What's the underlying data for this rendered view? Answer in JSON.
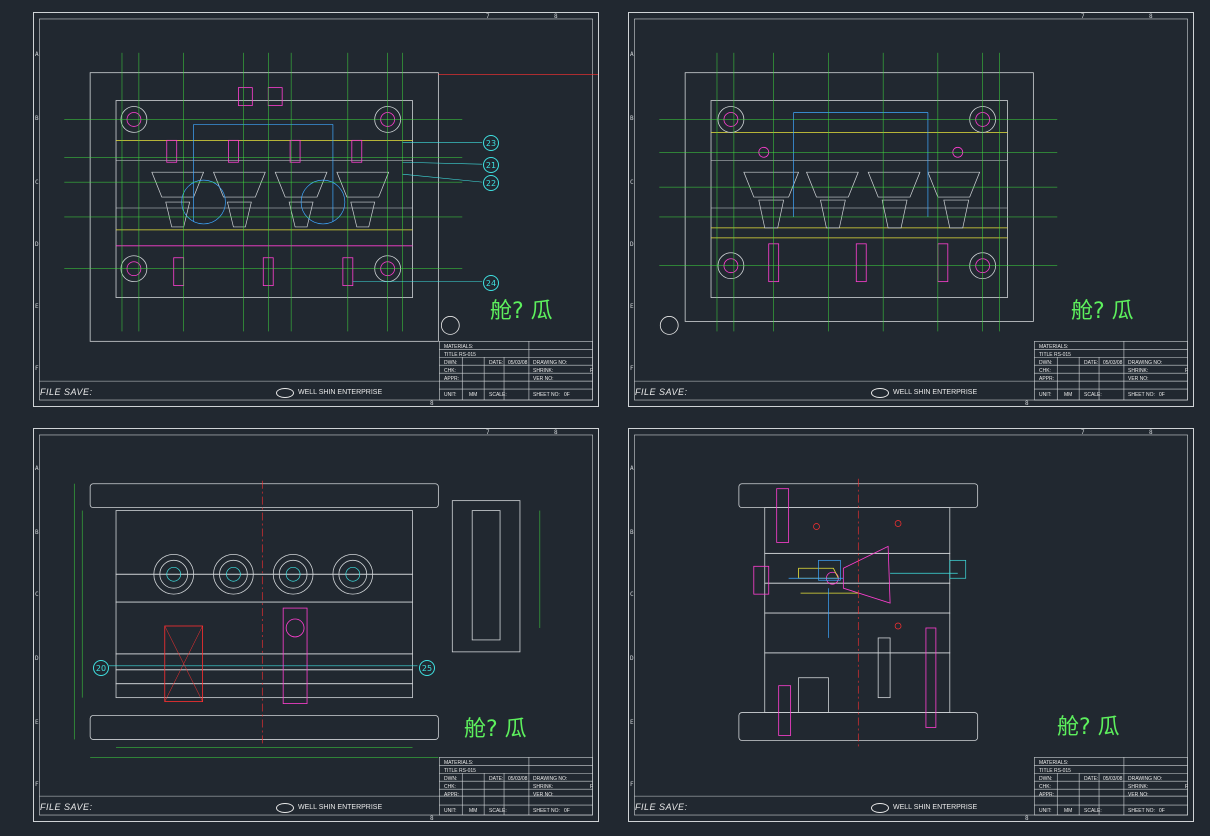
{
  "footer": {
    "file_save": "FILE SAVE:",
    "company": "WELL SHIN ENTERPRISE"
  },
  "title_block": {
    "materials": "MATERIALS:",
    "title": "TITLE",
    "part_no": "RS-015",
    "dwn": "DWN:",
    "chk": "CHK:",
    "appr": "APPR:",
    "unit": "UNIT:",
    "unit_val": "MM",
    "date": "DATE:",
    "date_val": "05/03/08",
    "scale": "SCALE:",
    "drawing_no": "DRAWING NO:",
    "shrink": "SHRINK:",
    "ver_no": "VER NO:",
    "sheet_no": "SHEET NO:",
    "sheet_val": "0F",
    "corner_f": "F"
  },
  "cn_label": "舱? 瓜",
  "balloons": [
    "23",
    "21",
    "22",
    "24",
    "20",
    "25"
  ],
  "row_labels": [
    "A",
    "B",
    "C",
    "D",
    "E",
    "F"
  ],
  "col_labels": [
    "7",
    "8"
  ],
  "bottom_col_label": "8"
}
